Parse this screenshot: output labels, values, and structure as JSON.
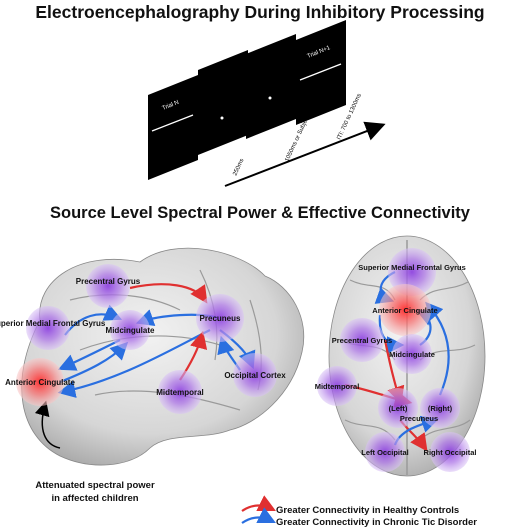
{
  "titles": {
    "main": "Electroencephalography During Inhibitory Processing",
    "section": "Source Level Spectral Power & Effective Connectivity"
  },
  "paradigm": {
    "trial_n": "Trial N",
    "trial_n1": "Trial N+1",
    "t1": "250ms",
    "t2": "1050ms or Subject Response",
    "t3": "ITI: 700 to 1300ms"
  },
  "sagittal_regions": {
    "precentral": "Precentral Gyrus",
    "superior_medial": "Superior Medial Frontal Gyrus",
    "midcingulate": "Midcingulate",
    "precuneus": "Precuneus",
    "anterior_cingulate": "Anterior Cingulate",
    "occipital_cortex": "Occipital Cortex",
    "midtemporal": "Midtemporal"
  },
  "axial_regions": {
    "superior_medial": "Superior Medial Frontal Gyrus",
    "anterior_cingulate": "Anterior Cingulate",
    "precentral": "Precentral Gyrus",
    "midcingulate": "Midcingulate",
    "midtemporal": "Midtemporal",
    "left_precuneus": "(Left)",
    "right_precuneus": "(Right)",
    "precuneus": "Precuneus",
    "left_occipital": "Left Occipital",
    "right_occipital": "Right Occipital"
  },
  "annotation": {
    "line1": "Attenuated spectral power",
    "line2": "in affected children"
  },
  "legend": {
    "red": "Greater Connectivity in Healthy Controls",
    "blue": "Greater Connectivity in Chronic Tic Disorder"
  },
  "colors": {
    "red_arrow": "#e03030",
    "blue_arrow": "#2a6fe0",
    "node_purple": "#c9a3f0",
    "node_red": "#f5a3a3"
  }
}
